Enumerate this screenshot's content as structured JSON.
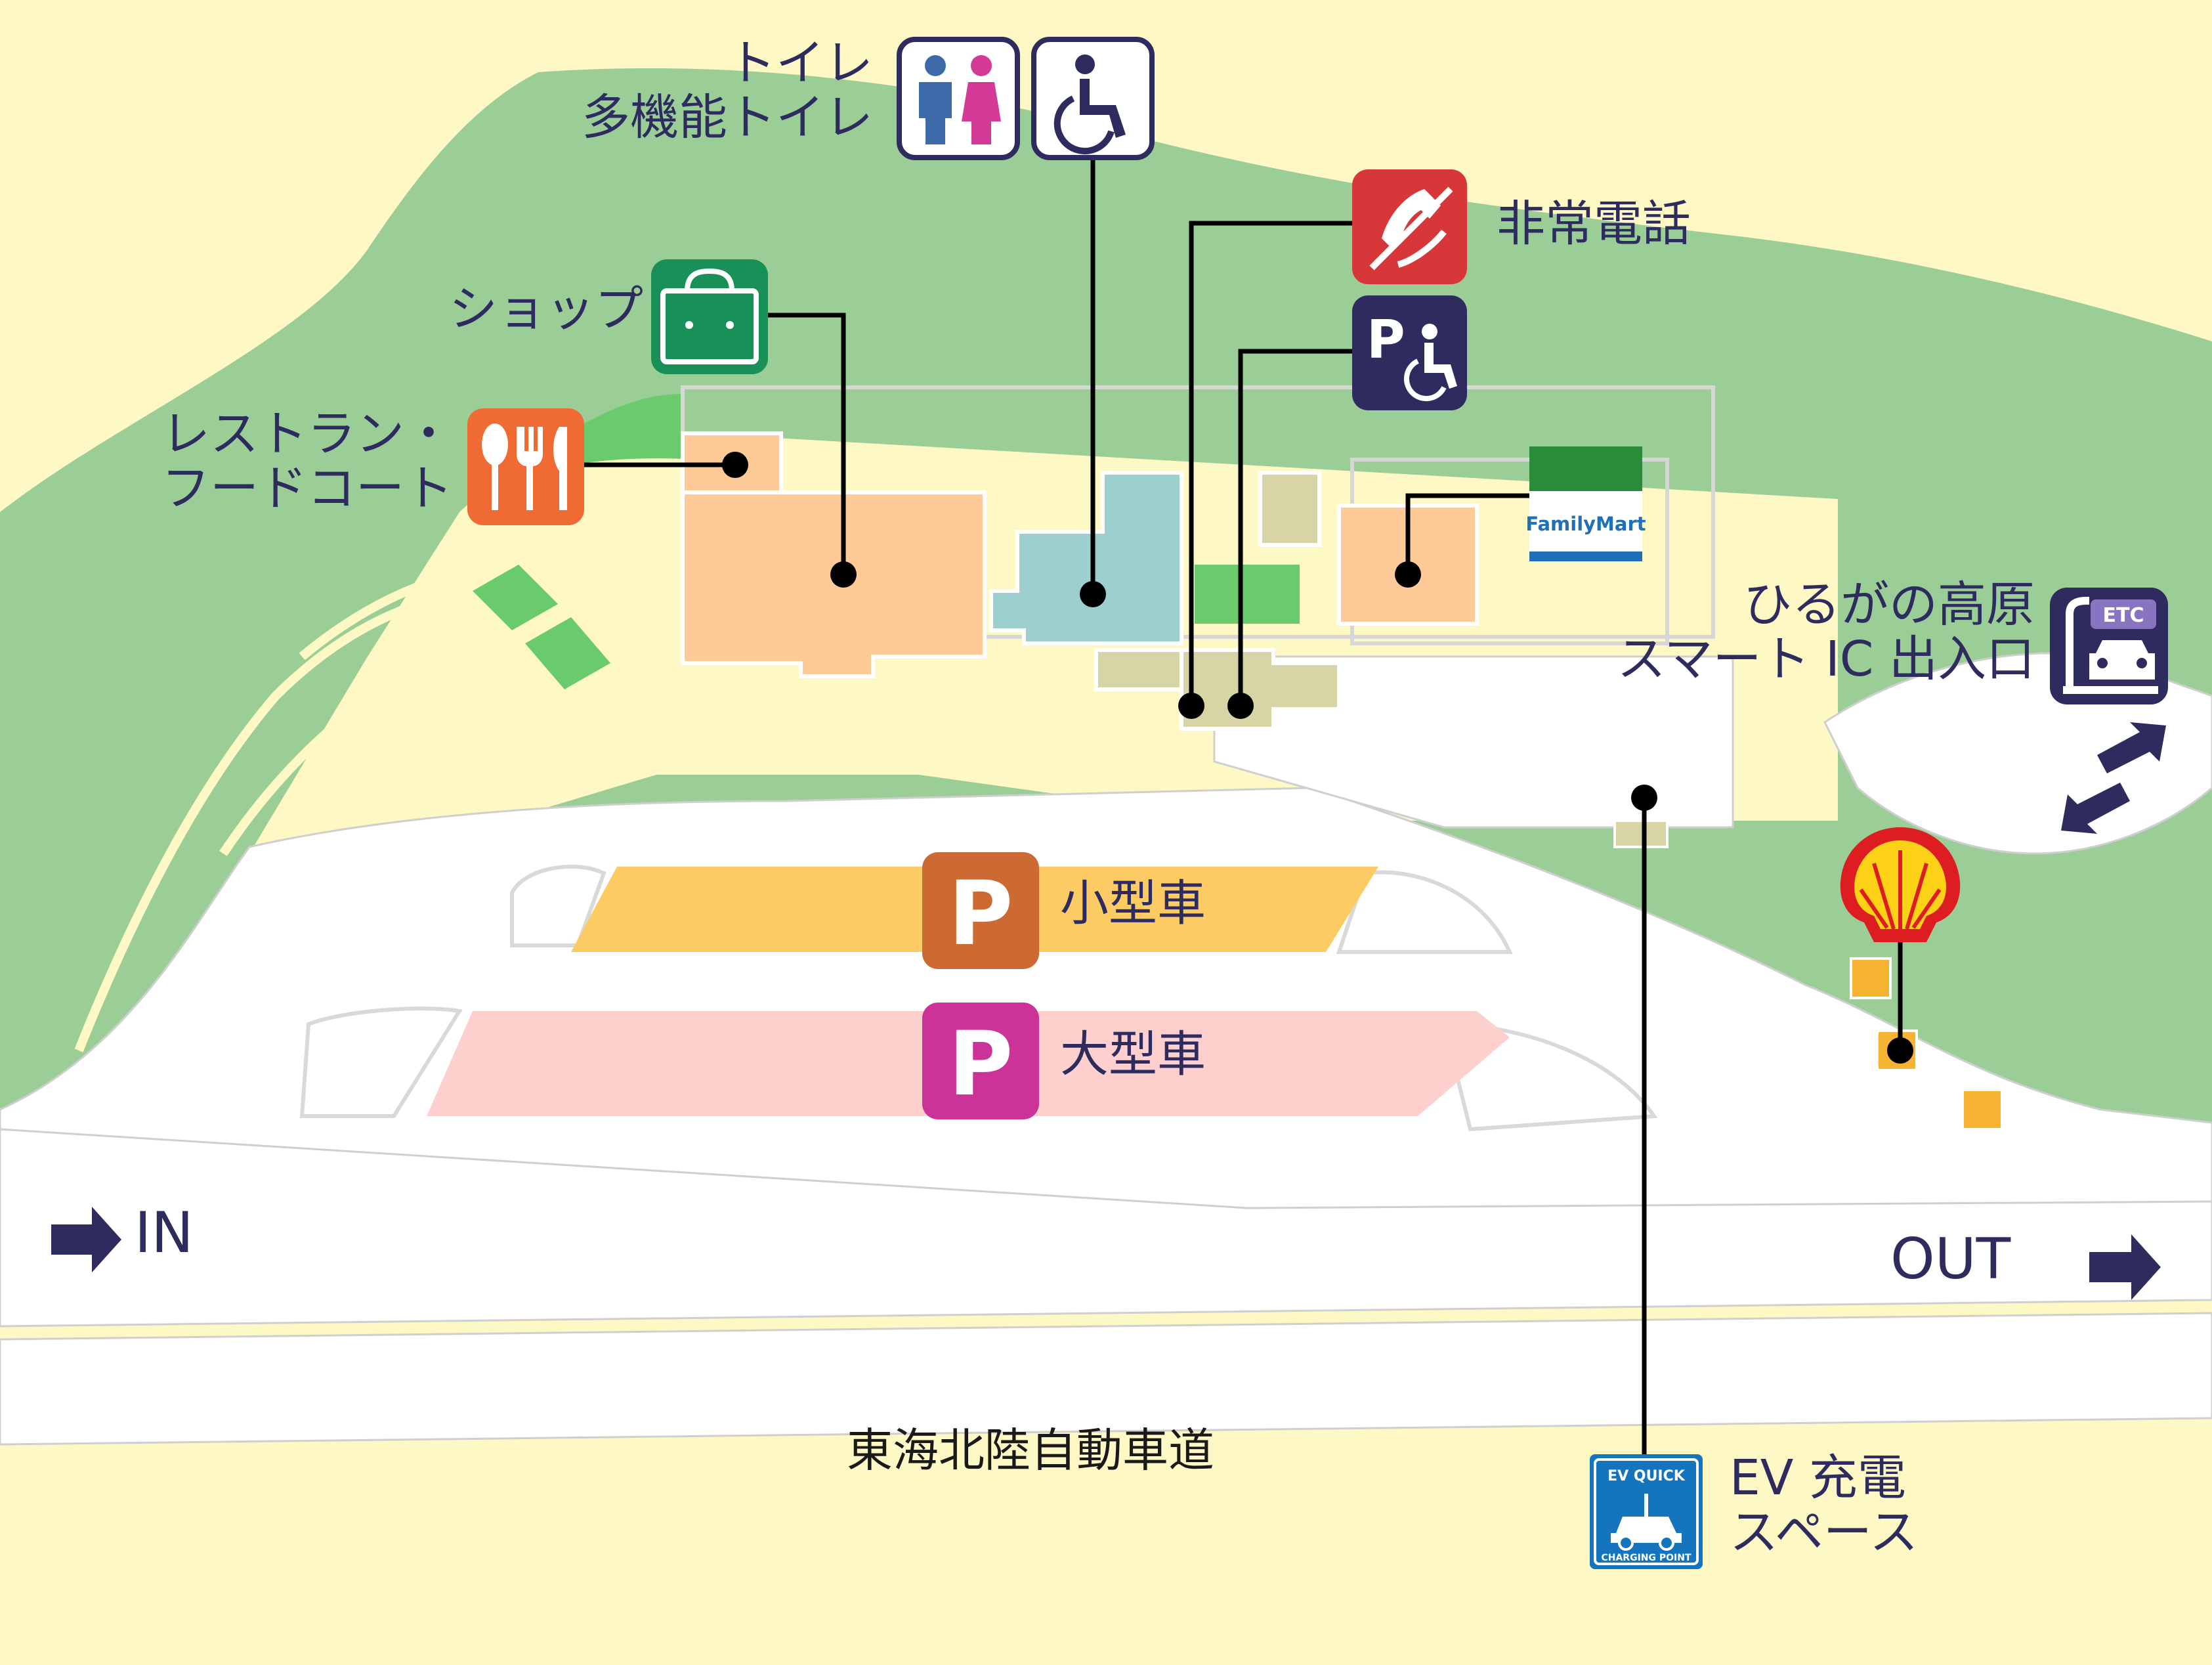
{
  "facilities": {
    "toilet": {
      "line1": "トイレ",
      "line2": "多機能トイレ",
      "icons": [
        "restroom-icon",
        "wheelchair-icon"
      ]
    },
    "emergency_phone": {
      "label": "非常電話",
      "icon": "phone-icon",
      "color": "#d8373a"
    },
    "accessible_parking": {
      "icon": "accessible-parking-icon",
      "color": "#2e2c5e"
    },
    "shop": {
      "label": "ショップ",
      "icon": "shopping-bag-icon",
      "color": "#199057"
    },
    "restaurant": {
      "line1": "レストラン・",
      "line2": "フードコート",
      "icon": "fork-knife-spoon-icon",
      "color": "#f06a33"
    },
    "convenience_store": {
      "logo_text": "FamilyMart",
      "colors": [
        "#2a8c3a",
        "#ffffff",
        "#1f70b8"
      ]
    },
    "smart_ic": {
      "line1": "ひるがの高原",
      "line2": "スマート IC 出入口",
      "icon_text": "ETC",
      "icon": "etc-gate-icon"
    },
    "gas_station": {
      "icon": "shell-logo-icon",
      "colors": [
        "#fcd116",
        "#dd1d21"
      ]
    },
    "ev_charging": {
      "line1": "EV 充電",
      "line2": "スペース",
      "badge_top": "EV QUICK",
      "badge_bottom": "CHARGING POINT",
      "color": "#1474bd"
    }
  },
  "parking": {
    "small": {
      "label": "小型車",
      "letter": "P",
      "color": "#cd6a34",
      "lot_color": "#fdcb63"
    },
    "large": {
      "label": "大型車",
      "letter": "P",
      "color": "#cc3399",
      "lot_color": "#fdd0cd"
    }
  },
  "roads": {
    "in": "IN",
    "out": "OUT",
    "highway": "東海北陸自動車道"
  },
  "colors": {
    "background": "#fdf8c4",
    "forest": "#9bcd97",
    "lawn": "#6acb6c",
    "road": "#ffffff",
    "building_main": "#fecb98",
    "building_toilet": "#9dcfcf",
    "building_misc": "#d7d5a5",
    "label_text": "#2e2c5e"
  }
}
